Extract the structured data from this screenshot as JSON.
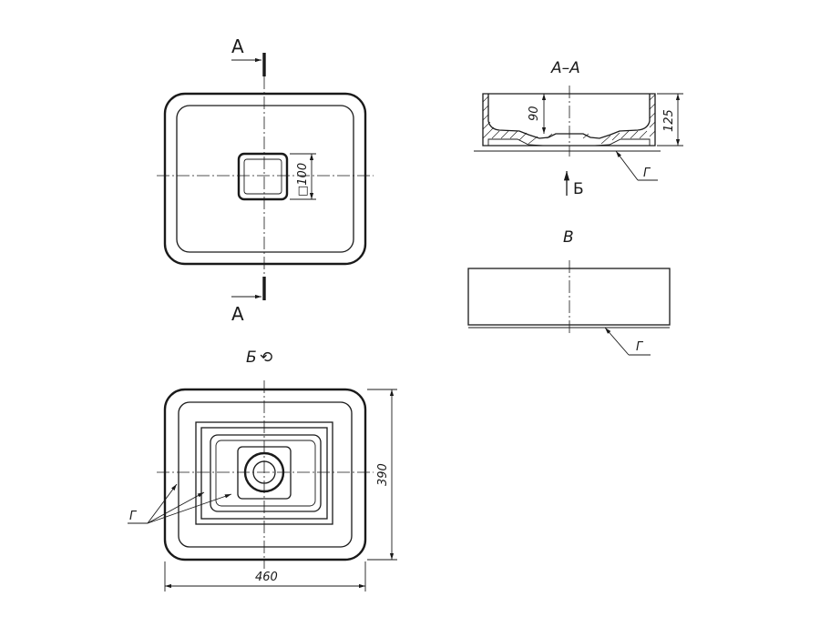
{
  "section_marks": {
    "top_letter": "А",
    "bottom_letter": "А"
  },
  "views": {
    "section_title": "А–А",
    "bottom_view_title": "Б",
    "rotation_symbol": "⟲",
    "side_view_title": "В",
    "view_arrow_letter": "Б"
  },
  "dimensions": {
    "drain_square": "□100",
    "bowl_depth": "90",
    "overall_height": "125",
    "overall_depth": "390",
    "overall_width": "460"
  },
  "leaders": {
    "section_surface": "Г",
    "side_surface": "Г",
    "bottom_surface": "Г"
  },
  "colors": {
    "ink": "#1a1a1a",
    "paper": "#ffffff"
  }
}
